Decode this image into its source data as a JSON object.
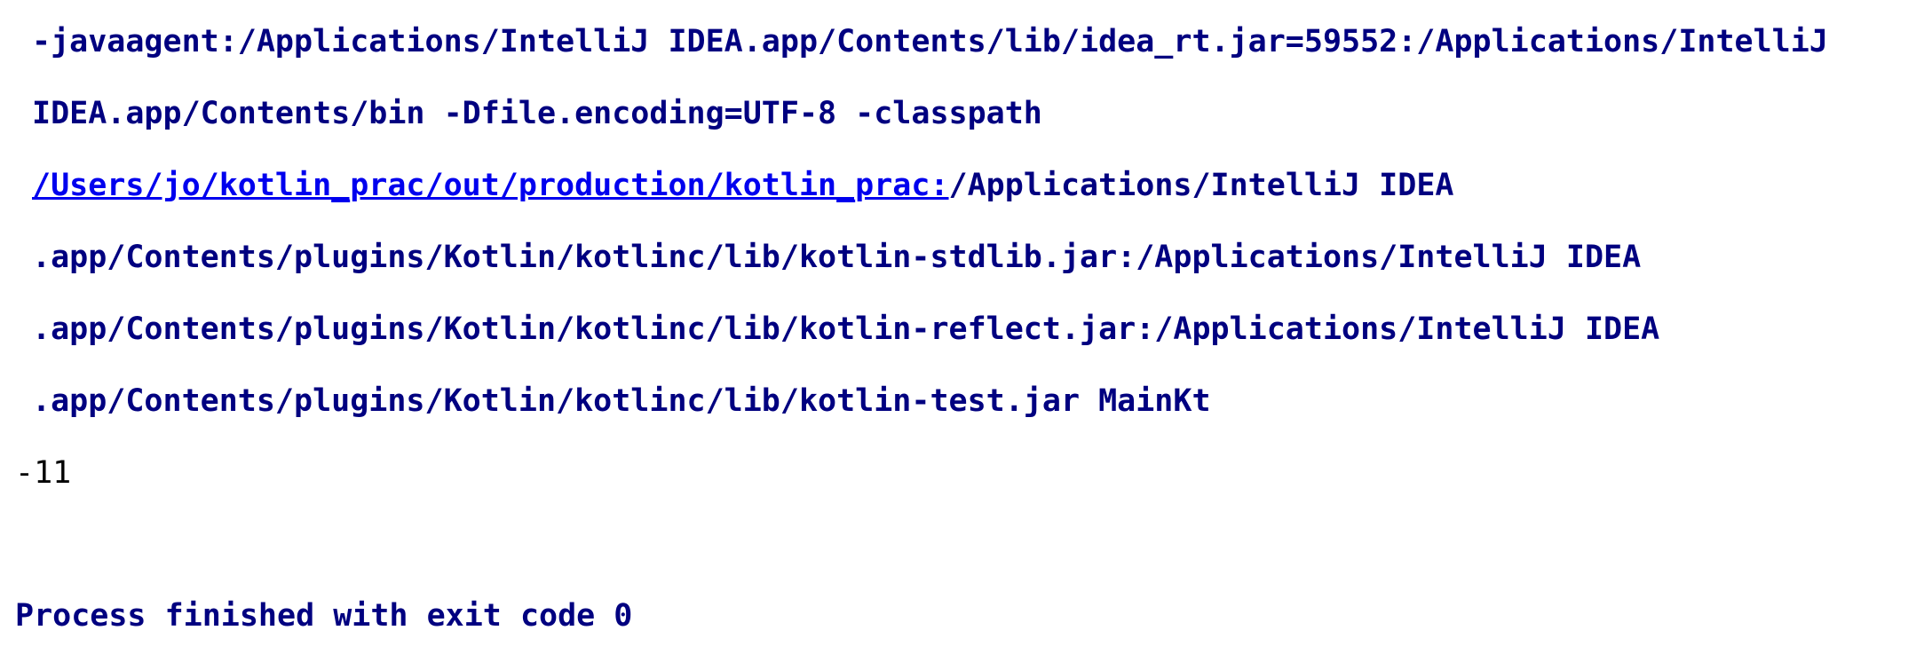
{
  "console": {
    "line1": "-javaagent:/Applications/IntelliJ IDEA.app/Contents/lib/idea_rt.jar=59552:/Applications/IntelliJ",
    "line2": "IDEA.app/Contents/bin -Dfile.encoding=UTF-8 -classpath",
    "line3_link": "/Users/jo/kotlin_prac/out/production/kotlin_prac:",
    "line3_rest": "/Applications/IntelliJ IDEA",
    "line4": ".app/Contents/plugins/Kotlin/kotlinc/lib/kotlin-stdlib.jar:/Applications/IntelliJ IDEA",
    "line5": ".app/Contents/plugins/Kotlin/kotlinc/lib/kotlin-reflect.jar:/Applications/IntelliJ IDEA",
    "line6": ".app/Contents/plugins/Kotlin/kotlinc/lib/kotlin-test.jar MainKt",
    "output": "-11",
    "exit_message": "Process finished with exit code 0"
  },
  "colors": {
    "command_text": "#000080",
    "link": "#0000ee",
    "program_output": "#000000"
  }
}
